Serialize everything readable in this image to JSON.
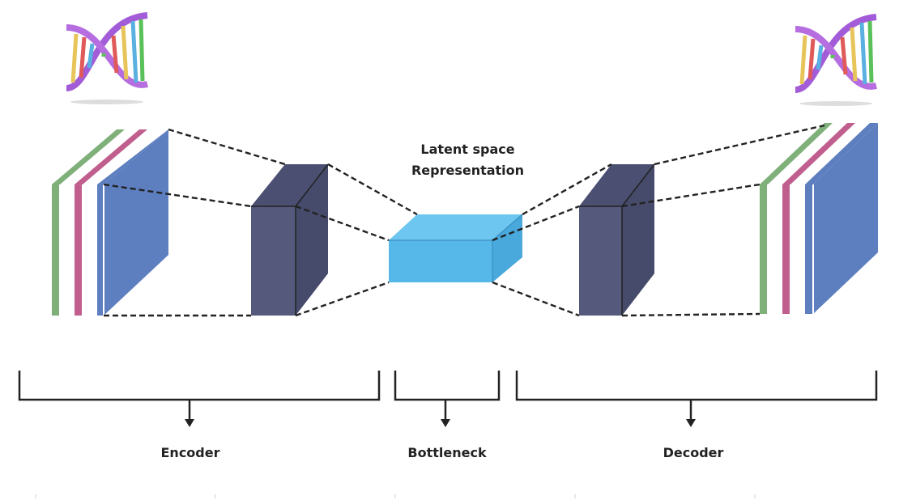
{
  "latent_label": {
    "line1": "Latent space",
    "line2": "Representation"
  },
  "sections": {
    "encoder": "Encoder",
    "bottleneck": "Bottleneck",
    "decoder": "Decoder"
  },
  "colors": {
    "layer_green": "#7fb07a",
    "layer_pink": "#c05f8e",
    "layer_blue": "#5d7fbf",
    "block_front": "#555a7d",
    "block_side": "#464a6b",
    "block_top": "#4b4f72",
    "latent_front": "#55b8e8",
    "latent_top": "#6cc6ef",
    "latent_side": "#49a9dc"
  }
}
